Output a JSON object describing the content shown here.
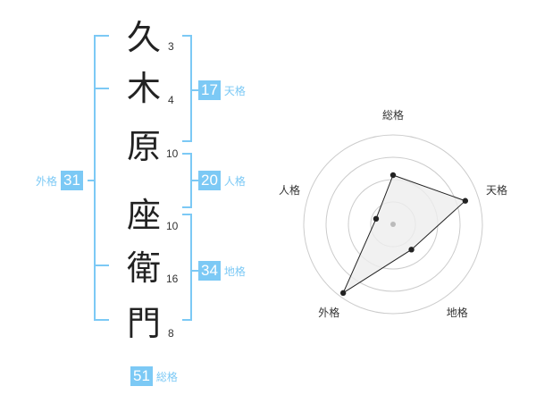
{
  "name": {
    "surname": [
      {
        "char": "久",
        "strokes": "3"
      },
      {
        "char": "木",
        "strokes": "4"
      },
      {
        "char": "原",
        "strokes": "10"
      }
    ],
    "given": [
      {
        "char": "座",
        "strokes": "10"
      },
      {
        "char": "衛",
        "strokes": "16"
      },
      {
        "char": "門",
        "strokes": "8"
      }
    ]
  },
  "kaku": {
    "tenkaku": {
      "value": "17",
      "label": "天格"
    },
    "jinkaku": {
      "value": "20",
      "label": "人格"
    },
    "chikaku": {
      "value": "34",
      "label": "地格"
    },
    "gaikaku": {
      "value": "31",
      "label": "外格"
    },
    "soukaku": {
      "value": "51",
      "label": "総格"
    }
  },
  "chart_data": {
    "type": "radar",
    "axes": [
      "総格",
      "天格",
      "地格",
      "外格",
      "人格"
    ],
    "values": [
      0.55,
      0.85,
      0.35,
      0.95,
      0.2
    ],
    "range": [
      0,
      1
    ],
    "rings": 4,
    "colors": {
      "grid": "#cccccc",
      "fill": "#eeeeee",
      "line": "#222222",
      "center": "#bbbbbb",
      "accent": "#7cc9f5"
    }
  }
}
